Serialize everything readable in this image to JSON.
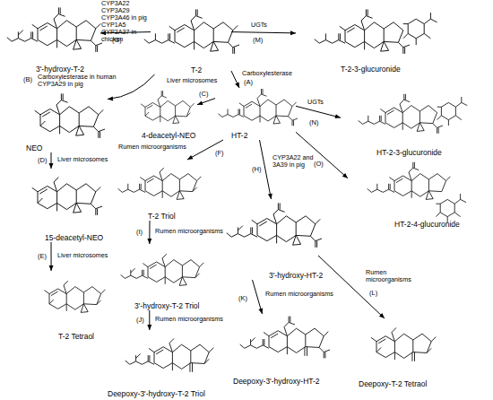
{
  "diagram": {
    "nodes": [
      {
        "text": [
          "3'-hydroxy-T-2"
        ]
      },
      {
        "text": [
          "T-2"
        ]
      },
      {
        "text": [
          "T-2-3-glucuronide"
        ]
      },
      {
        "text": [
          "NEO"
        ]
      },
      {
        "text": [
          "4-deacetyl-NEO"
        ]
      },
      {
        "text": [
          "HT-2"
        ]
      },
      {
        "text": [
          "HT-2-3-glucuronide"
        ]
      },
      {
        "text": [
          "HT-2-4-glucuronide"
        ]
      },
      {
        "text": [
          "15-deacetyl-NEO"
        ]
      },
      {
        "text": [
          "T-2 Triol"
        ]
      },
      {
        "text": [
          "3'-hydroxy-HT-2"
        ]
      },
      {
        "text": [
          "T-2 Tetraol"
        ]
      },
      {
        "text": [
          "3'-hydroxy-T-2 Triol"
        ]
      },
      {
        "text": [
          "Deepoxy-3'-hydroxy-T-2 Triol"
        ]
      },
      {
        "text": [
          "Deepoxy-3'-hydroxy-HT-2"
        ]
      },
      {
        "text": [
          "Deepoxy-T-2 Tetraol"
        ]
      }
    ],
    "edges": [
      {
        "from": 1,
        "to": 0,
        "arrow": "to",
        "label": "CYP3A22 CYP3A29 CYP3A46 in pig CYP1A5 CYP3A37 in chicken"
      },
      {
        "from": 1,
        "to": 2,
        "arrow": "to",
        "label": "UGTs"
      },
      {
        "from": 1,
        "to": 5,
        "arrow": "to",
        "label": "Carboxylesterase"
      },
      {
        "from": 1,
        "to": 3,
        "arrow": "to",
        "label": "Carboxylesterase in human CYP3A29 in pig"
      },
      {
        "from": 5,
        "to": 4,
        "arrow": "to",
        "label": "Liver microsomes"
      },
      {
        "from": 5,
        "to": 9,
        "arrow": "to",
        "label": "Rumen microorganisms"
      },
      {
        "from": 5,
        "to": 10,
        "arrow": "to",
        "label": "CYP3A22 and 3A39 in pig"
      },
      {
        "from": 5,
        "to": 6,
        "arrow": "to",
        "label": "UGTs"
      },
      {
        "from": 5,
        "to": 7,
        "arrow": "to"
      },
      {
        "from": 3,
        "to": 8,
        "arrow": "to",
        "label": "Liver microsomes"
      },
      {
        "from": 8,
        "to": 11,
        "arrow": "to",
        "label": "Liver microsomes"
      },
      {
        "from": 9,
        "to": 12,
        "arrow": "to",
        "label": "Rumen microorganisms"
      },
      {
        "from": 12,
        "to": 13,
        "arrow": "to",
        "label": "Rumen microorganisms"
      },
      {
        "from": 10,
        "to": 14,
        "arrow": "to",
        "label": "Rumen microorganisms"
      },
      {
        "from": 10,
        "to": 15,
        "arrow": "to",
        "label": "Rumen microorganisms"
      }
    ],
    "labels": [
      "(A)",
      "(B)",
      "(C)",
      "(D)",
      "(E)",
      "(F)",
      "(G)",
      "(H)",
      "(I)",
      "(J)",
      "(K)",
      "(L)",
      "(M)",
      "(N)",
      "(O)"
    ]
  }
}
